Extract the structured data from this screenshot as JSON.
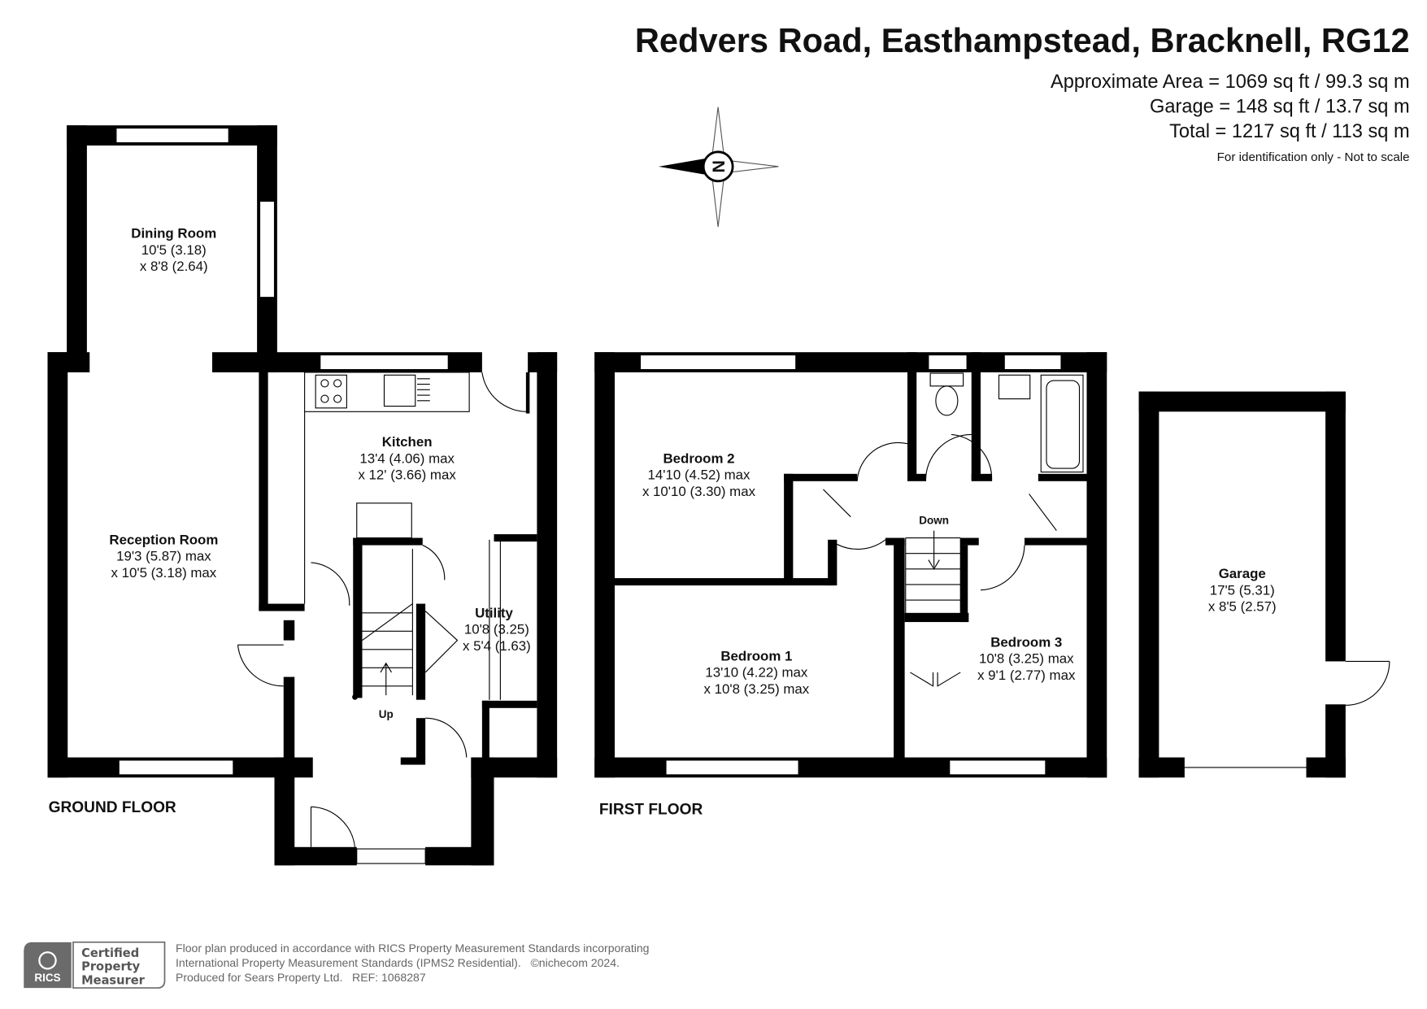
{
  "header": {
    "title": "Redvers Road, Easthampstead, Bracknell, RG12",
    "area_lines": [
      "Approximate Area = 1069 sq ft / 99.3 sq m",
      "Garage = 148 sq ft / 13.7 sq m",
      "Total = 1217 sq ft / 113 sq m"
    ],
    "disclaimer": "For identification only - Not to scale"
  },
  "compass": {
    "label": "N",
    "icon": "north-arrow-compass"
  },
  "ground_floor": {
    "label": "GROUND FLOOR",
    "rooms": [
      {
        "name": "Dining Room",
        "dims": [
          "10'5 (3.18)",
          "x 8'8 (2.64)"
        ]
      },
      {
        "name": "Reception Room",
        "dims": [
          "19'3 (5.87) max",
          "x 10'5 (3.18) max"
        ]
      },
      {
        "name": "Kitchen",
        "dims": [
          "13'4 (4.06) max",
          "x 12' (3.66) max"
        ]
      },
      {
        "name": "Utility",
        "dims": [
          "10'8 (3.25)",
          "x 5'4 (1.63)"
        ]
      }
    ],
    "stairs_label": "Up"
  },
  "first_floor": {
    "label": "FIRST FLOOR",
    "rooms": [
      {
        "name": "Bedroom 2",
        "dims": [
          "14'10 (4.52) max",
          "x 10'10 (3.30) max"
        ]
      },
      {
        "name": "Bedroom 1",
        "dims": [
          "13'10 (4.22) max",
          "x 10'8 (3.25) max"
        ]
      },
      {
        "name": "Bedroom 3",
        "dims": [
          "10'8 (3.25) max",
          "x 9'1 (2.77) max"
        ]
      }
    ],
    "stairs_label": "Down"
  },
  "garage": {
    "name": "Garage",
    "dims": [
      "17'5 (5.31)",
      "x 8'5 (2.57)"
    ]
  },
  "footer": {
    "badge": {
      "org": "RICS",
      "lines": [
        "Certified",
        "Property",
        "Measurer"
      ]
    },
    "text_lines": [
      "Floor plan produced in accordance with RICS Property Measurement Standards incorporating",
      "International Property Measurement Standards (IPMS2 Residential).   ©nichecom 2024.",
      "Produced for Sears Property Ltd.   REF: 1068287"
    ]
  }
}
